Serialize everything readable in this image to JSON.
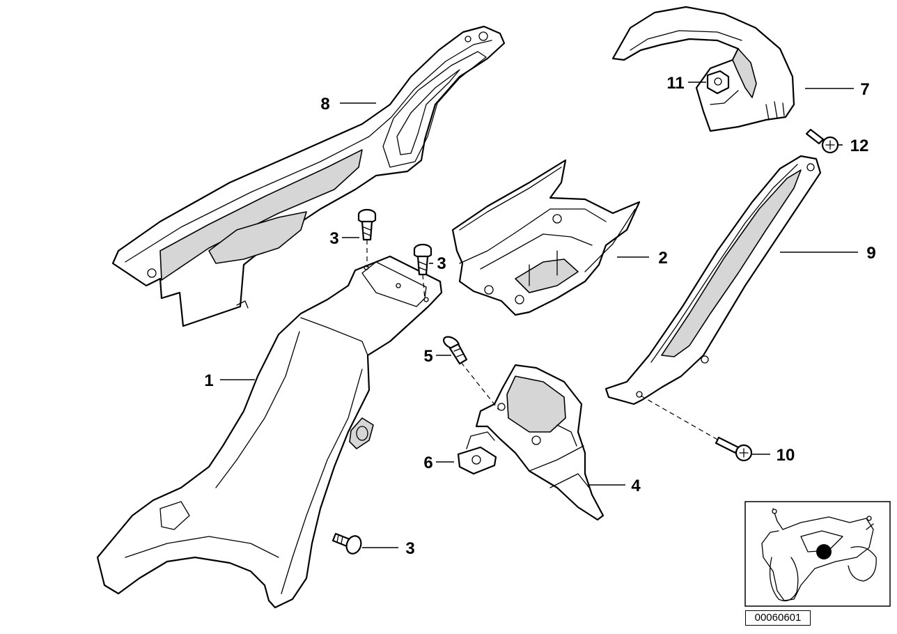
{
  "diagram_code": "00060601",
  "callouts": [
    {
      "id": "c1",
      "label": "1"
    },
    {
      "id": "c2",
      "label": "2"
    },
    {
      "id": "c3a",
      "label": "3"
    },
    {
      "id": "c3b",
      "label": "3"
    },
    {
      "id": "c3c",
      "label": "3"
    },
    {
      "id": "c4",
      "label": "4"
    },
    {
      "id": "c5",
      "label": "5"
    },
    {
      "id": "c6",
      "label": "6"
    },
    {
      "id": "c7",
      "label": "7"
    },
    {
      "id": "c8",
      "label": "8"
    },
    {
      "id": "c9",
      "label": "9"
    },
    {
      "id": "c10",
      "label": "10"
    },
    {
      "id": "c11",
      "label": "11"
    },
    {
      "id": "c12",
      "label": "12"
    }
  ],
  "colors": {
    "line": "#000000",
    "shade": "#d6d6d6",
    "background": "#ffffff",
    "marker": "#000000"
  }
}
